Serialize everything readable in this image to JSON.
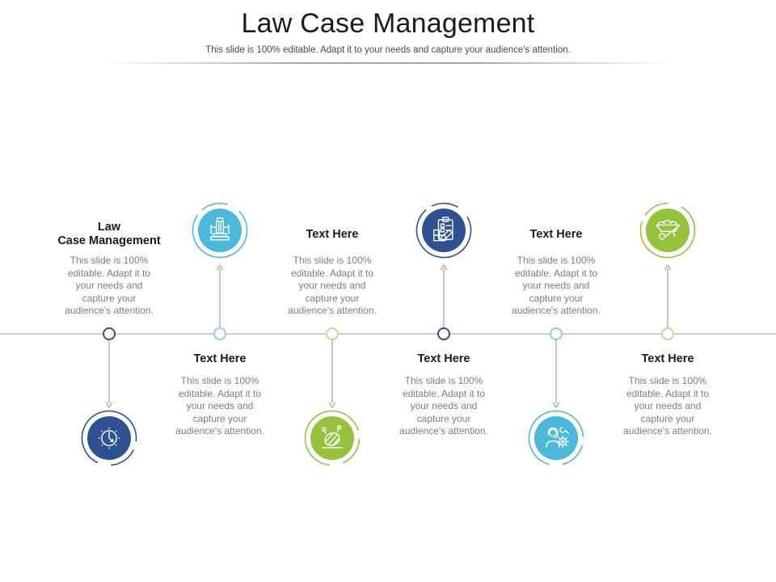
{
  "slide": {
    "title": "Law Case Management",
    "subtitle": "This slide is 100% editable. Adapt it to your needs and capture your audience's attention."
  },
  "colors": {
    "cyan": "#4CB9DA",
    "navy": "#2D5191",
    "green": "#96C23D",
    "timeline_line": "#cfcfcf",
    "connector": "#a6a6a6",
    "heading_text": "#1b1b1b",
    "body_text": "#7d7d7d"
  },
  "columns": [
    {
      "heading_lines": [
        "Law",
        "Case Management"
      ],
      "body": "This slide is 100% editable. Adapt it to your needs and capture your audience's attention.",
      "accent": "navy",
      "icon": "clock-history-icon",
      "circle_position": "below-timeline"
    },
    {
      "heading_lines": [
        "Text Here"
      ],
      "body": "This slide is 100% editable. Adapt it to your needs and capture your audience's attention.",
      "accent": "cyan",
      "icon": "gavel-icon",
      "circle_position": "above-timeline"
    },
    {
      "heading_lines": [
        "Text Here"
      ],
      "body": "This slide is 100% editable. Adapt it to your needs and capture your audience's attention.",
      "accent": "green",
      "icon": "hatched-sphere-icon",
      "circle_position": "below-timeline"
    },
    {
      "heading_lines": [
        "Text Here"
      ],
      "body": "This slide is 100% editable. Adapt it to your needs and capture your audience's attention.",
      "accent": "navy",
      "icon": "clipboard-boxes-icon",
      "circle_position": "above-timeline"
    },
    {
      "heading_lines": [
        "Text Here"
      ],
      "body": "This slide is 100% editable. Adapt it to your needs and capture your audience's attention.",
      "accent": "cyan",
      "icon": "support-person-icon",
      "circle_position": "below-timeline"
    },
    {
      "heading_lines": [
        "Text Here"
      ],
      "body": "This slide is 100% editable. Adapt it to your needs and capture your audience's attention.",
      "accent": "green",
      "icon": "wheelbarrow-icon",
      "circle_position": "above-timeline"
    }
  ]
}
